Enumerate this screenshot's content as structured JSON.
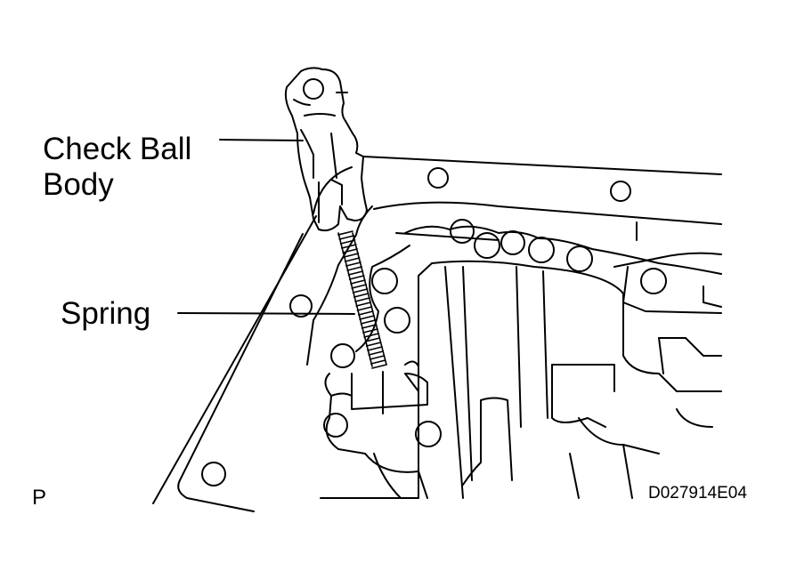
{
  "callouts": {
    "check_ball_body": [
      "Check Ball",
      "Body"
    ],
    "spring": "Spring"
  },
  "view_marker": "P",
  "figure_id": "D027914E04",
  "colors": {
    "line": "#000000",
    "background": "#ffffff"
  }
}
